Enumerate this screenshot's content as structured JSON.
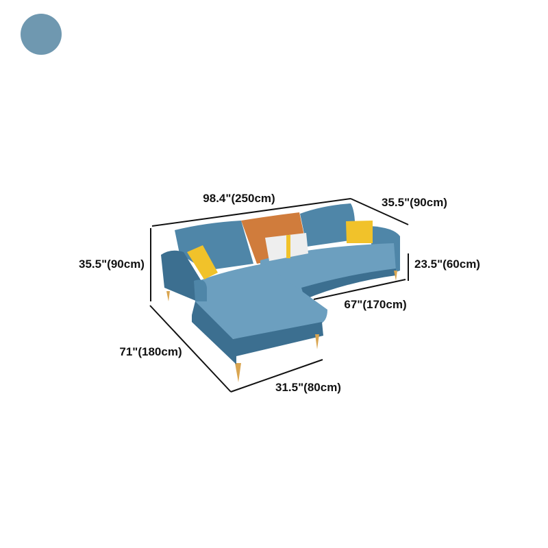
{
  "color_swatch": {
    "name": "blue",
    "color": "#6f98b0"
  },
  "colors": {
    "sofa": "#4f86a8",
    "sofa_dark": "#3c6f90",
    "sofa_light": "#6c9fbf",
    "accent_cushion": "#d07c3c",
    "pillow": "#f1c22a",
    "trim": "#d9a550"
  },
  "dimensions": {
    "overall_width": "98.4\"(250cm)",
    "depth": "35.5\"(90cm)",
    "overall_height": "35.5\"(90cm)",
    "seat_height": "23.5\"(60cm)",
    "sofa_length": "67\"(170cm)",
    "chaise_length": "71\"(180cm)",
    "chaise_width": "31.5\"(80cm)"
  }
}
